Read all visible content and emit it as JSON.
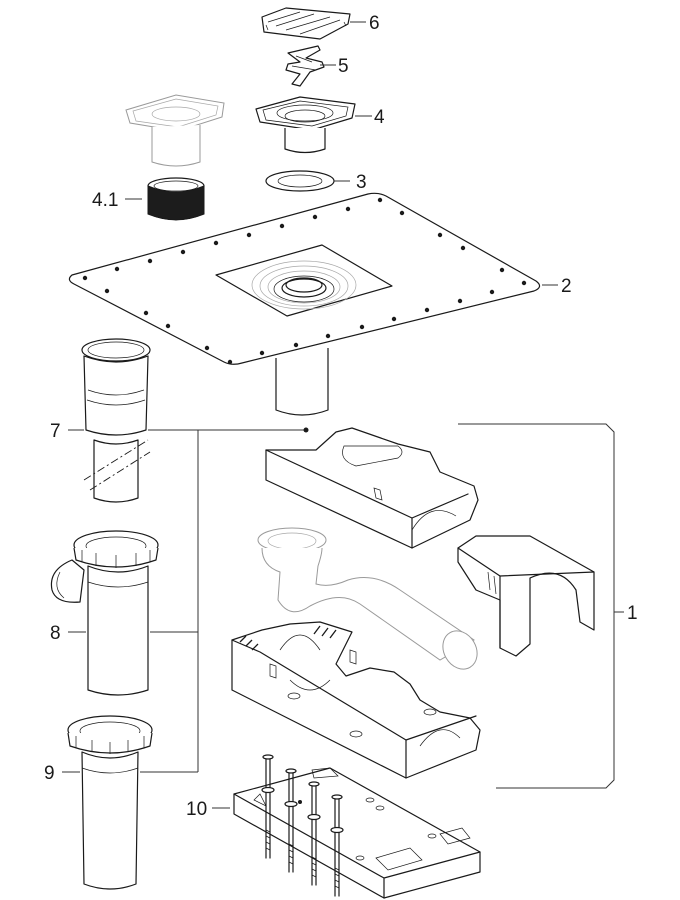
{
  "diagram": {
    "type": "exploded-view parts drawing",
    "subject": "Floor drain / shower drain assembly with waterproofing membrane, trap, and mounting base",
    "parts": [
      {
        "id": "p6",
        "label": "6",
        "description": "Drain grating cover"
      },
      {
        "id": "p5",
        "label": "5",
        "description": "Odour trap insert / clip"
      },
      {
        "id": "p4",
        "label": "4",
        "description": "Drain body with square frame"
      },
      {
        "id": "p41",
        "label": "4.1",
        "description": "Threaded extension ring (alternate drain body shown ghosted)"
      },
      {
        "id": "p3",
        "label": "3",
        "description": "Sealing ring"
      },
      {
        "id": "p2",
        "label": "2",
        "description": "Sealing membrane / flange plate with centre outlet"
      },
      {
        "id": "p7",
        "label": "7",
        "description": "Extension pipe (shortened)"
      },
      {
        "id": "p8",
        "label": "8",
        "description": "Outlet pipe with side branch and union nut"
      },
      {
        "id": "p9",
        "label": "9",
        "description": "Outlet pipe with union nut"
      },
      {
        "id": "p1",
        "label": "1",
        "description": "Trap set: insulation housing (upper & lower), cover and trap bend"
      },
      {
        "id": "p10",
        "label": "10",
        "description": "Mounting base plate with screws and anchors"
      }
    ]
  }
}
